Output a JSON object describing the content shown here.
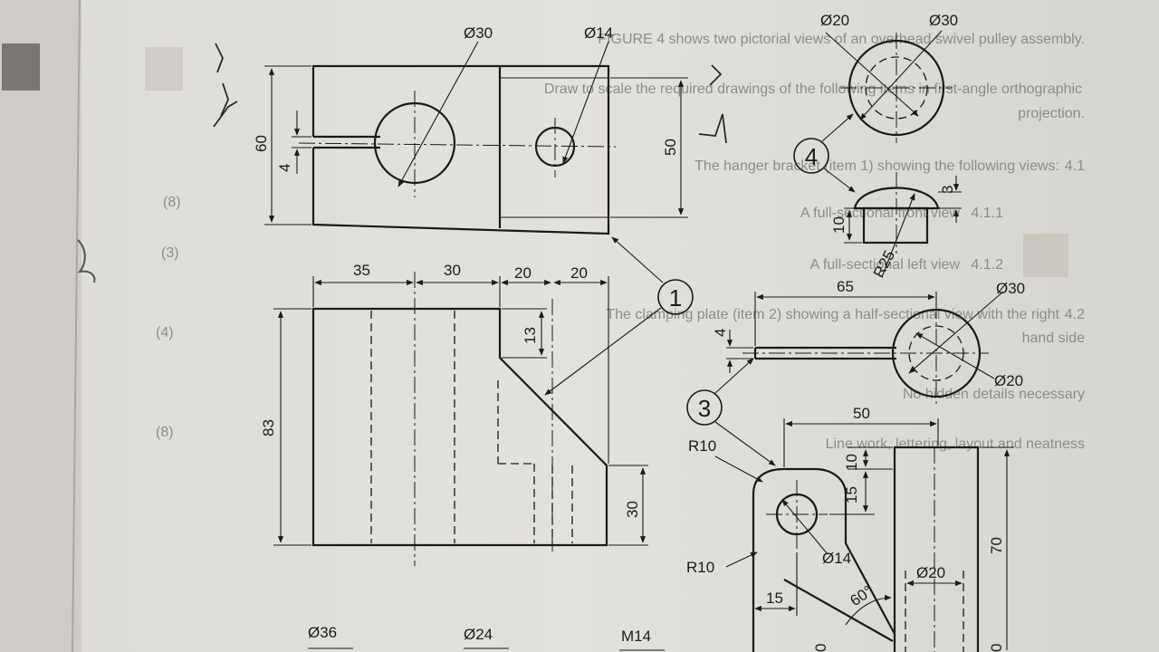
{
  "dimensions": {
    "top_dia30": "Ø30",
    "top_dia14": "Ø14",
    "top_h60": "60",
    "top_gap4": "4",
    "top_h50": "50",
    "front_35": "35",
    "front_30": "30",
    "front_20a": "20",
    "front_20b": "20",
    "front_13": "13",
    "front_83": "83",
    "front_30v": "30",
    "p4_dia20": "Ø20",
    "p4_dia30": "Ø30",
    "p4_h3": "3",
    "p4_h10": "10",
    "p4_r25": "R25",
    "p3_len65": "65",
    "p3_dia30": "Ø30",
    "p3_t4": "4",
    "p3_dia20": "Ø20",
    "br_w50": "50",
    "br_r10a": "R10",
    "br_10": "10",
    "br_15v": "15",
    "br_dia14": "Ø14",
    "br_r10b": "R10",
    "br_h70": "70",
    "br_dia20": "Ø20",
    "br_15h": "15",
    "br_60deg": "60°",
    "bot_dia36": "Ø36",
    "bot_dia24": "Ø24",
    "bot_m14": "M14"
  },
  "part_labels": {
    "one": "1",
    "three": "3",
    "four": "4"
  },
  "background_text": {
    "l1": "FIGURE 4 shows two pictorial views of an overhead swivel pulley assembly.",
    "l2": "Draw to scale the required drawings of the following items in first-angle orthographic",
    "l3": "projection.",
    "l4": "4.1",
    "l5": "The hanger bracket (item 1) showing the following views:",
    "l6": "4.1.1",
    "l7": "A full-sectional front view",
    "l8": "4.1.2",
    "l9": "A full-sectional left view",
    "l10": "4.2",
    "l11": "The clamping plate (item 2) showing a half-sectional view with the right",
    "l12": "hand side",
    "l13": "No hidden details necessary",
    "l14": "Line work, lettering, layout and neatness",
    "m1": "(8)",
    "m2": "(3)",
    "m3": "(4)",
    "m4": "(8)"
  }
}
